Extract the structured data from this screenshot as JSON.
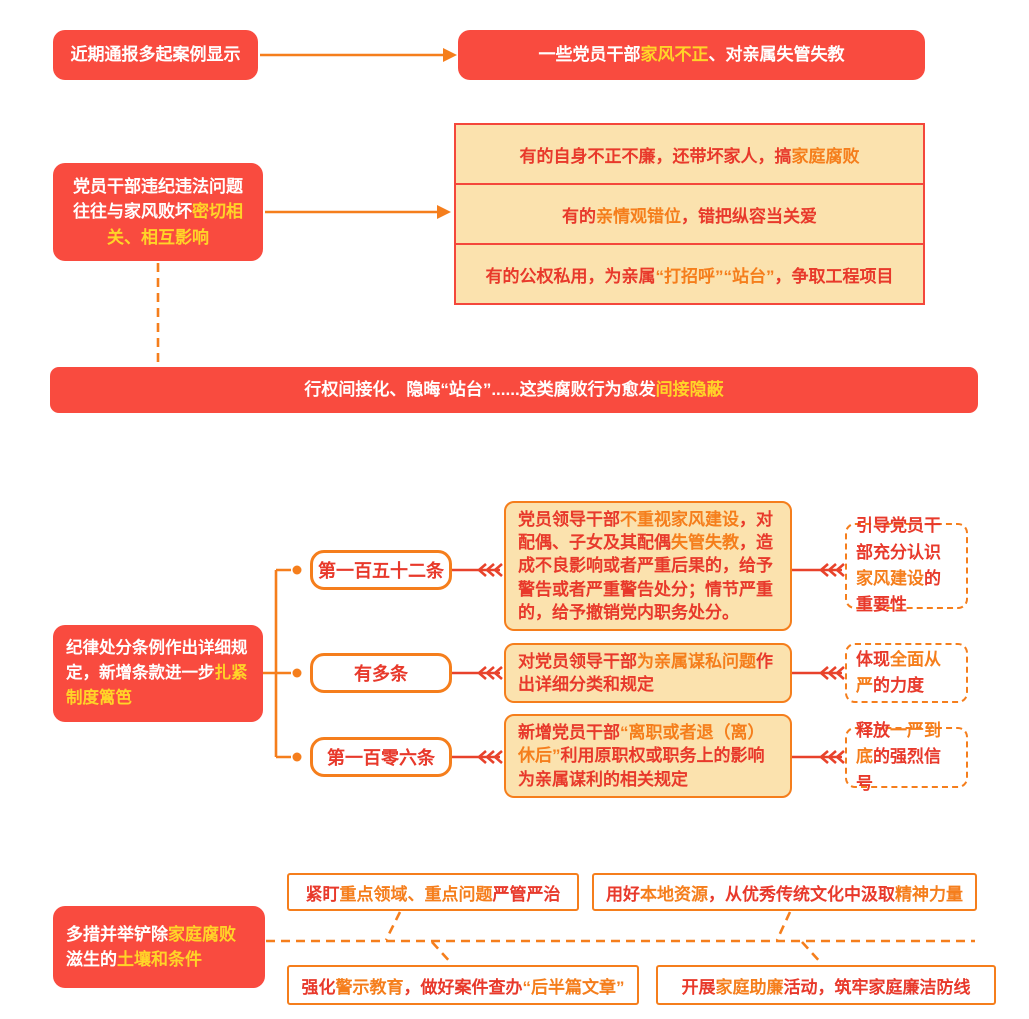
{
  "colors": {
    "red": "#F94B3F",
    "deepred": "#E8392B",
    "orange": "#F57E1C",
    "yellow": "#FFD428",
    "cream": "#FBE2AE",
    "tableline": "#F4473B"
  },
  "sections": {
    "s1": {
      "source": {
        "runs": [
          {
            "t": "近期通报多起案例显示"
          }
        ]
      },
      "finding": {
        "runs": [
          {
            "t": "一些党员干部"
          },
          {
            "t": "家风不正",
            "hl": true
          },
          {
            "t": "、对亲属失管失教"
          }
        ]
      }
    },
    "s2": {
      "cause": {
        "runs": [
          {
            "t": "党员干部违纪违法问题往往与家风败坏"
          },
          {
            "t": "密切相关、相互影响",
            "hl": true
          }
        ]
      },
      "examples": [
        {
          "runs": [
            {
              "t": "有的自身不正不廉，还带坏家人，搞"
            },
            {
              "t": "家庭腐败",
              "hl": true
            }
          ]
        },
        {
          "runs": [
            {
              "t": "有的"
            },
            {
              "t": "亲情观错位",
              "hl": true
            },
            {
              "t": "，错把纵容当关爱"
            }
          ]
        },
        {
          "runs": [
            {
              "t": "有的公权私用，为亲属"
            },
            {
              "t": "“打招呼”“站台”",
              "hl": true
            },
            {
              "t": "，争取工程项目"
            }
          ]
        }
      ]
    },
    "s3": {
      "banner": {
        "runs": [
          {
            "t": "行权间接化、隐晦“站台”......这类腐败行为愈发"
          },
          {
            "t": "间接隐蔽",
            "hl": true
          }
        ]
      }
    },
    "s4": {
      "intro": {
        "runs": [
          {
            "t": "纪律处分条例作出详细规定，新增条款进一步"
          },
          {
            "t": "扎紧制度篱笆",
            "hl": true
          }
        ]
      },
      "rows": [
        {
          "article": "第一百五十二条",
          "detail": {
            "runs": [
              {
                "t": "党员领导干部"
              },
              {
                "t": "不重视家风建设",
                "hl": true
              },
              {
                "t": "，对配偶、子女及其配偶"
              },
              {
                "t": "失管失教",
                "hl": true
              },
              {
                "t": "，造成不良影响或者严重后果的，给予警告或者严重警告处分；情节严重的，给予撤销党内职务处分。"
              }
            ]
          },
          "takeaway": {
            "runs": [
              {
                "t": "引导党员干部充分认识"
              },
              {
                "t": "家风建设",
                "hl": true
              },
              {
                "t": "的重要性"
              }
            ]
          }
        },
        {
          "article": "有多条",
          "detail": {
            "runs": [
              {
                "t": "对党员领导干部"
              },
              {
                "t": "为亲属谋私问题",
                "hl": true
              },
              {
                "t": "作出详细分类和规定"
              }
            ]
          },
          "takeaway": {
            "runs": [
              {
                "t": "体现"
              },
              {
                "t": "全面从严",
                "hl": true
              },
              {
                "t": "的力度"
              }
            ]
          }
        },
        {
          "article": "第一百零六条",
          "detail": {
            "runs": [
              {
                "t": "新增党员干部"
              },
              {
                "t": "“离职或者退（离）休后”",
                "hl": true
              },
              {
                "t": "利用原职权或职务上的影响为亲属谋利的相关规定"
              }
            ]
          },
          "takeaway": {
            "runs": [
              {
                "t": "释放"
              },
              {
                "t": "一严到底",
                "hl": true
              },
              {
                "t": "的强烈信号"
              }
            ]
          }
        }
      ]
    },
    "s5": {
      "lead": {
        "runs": [
          {
            "t": "多措并举铲除"
          },
          {
            "t": "家庭腐败",
            "hl": true
          },
          {
            "t": "滋生的"
          },
          {
            "t": "土壤和条件",
            "hl": true
          }
        ]
      },
      "measures": [
        {
          "runs": [
            {
              "t": "紧盯"
            },
            {
              "t": "重点领域、重点问题",
              "hl": true
            },
            {
              "t": "严管严治"
            }
          ]
        },
        {
          "runs": [
            {
              "t": "用好"
            },
            {
              "t": "本地资源",
              "hl": true
            },
            {
              "t": "，从优秀传统文化中汲取"
            },
            {
              "t": "精神力量",
              "hl": true
            }
          ]
        },
        {
          "runs": [
            {
              "t": "强化"
            },
            {
              "t": "警示教育",
              "hl": true
            },
            {
              "t": "，做好案件查办"
            },
            {
              "t": "“后半篇文章”",
              "hl": true
            }
          ]
        },
        {
          "runs": [
            {
              "t": "开展"
            },
            {
              "t": "家庭助廉",
              "hl": true
            },
            {
              "t": "活动，筑牢家庭廉洁防线"
            }
          ]
        }
      ]
    }
  }
}
